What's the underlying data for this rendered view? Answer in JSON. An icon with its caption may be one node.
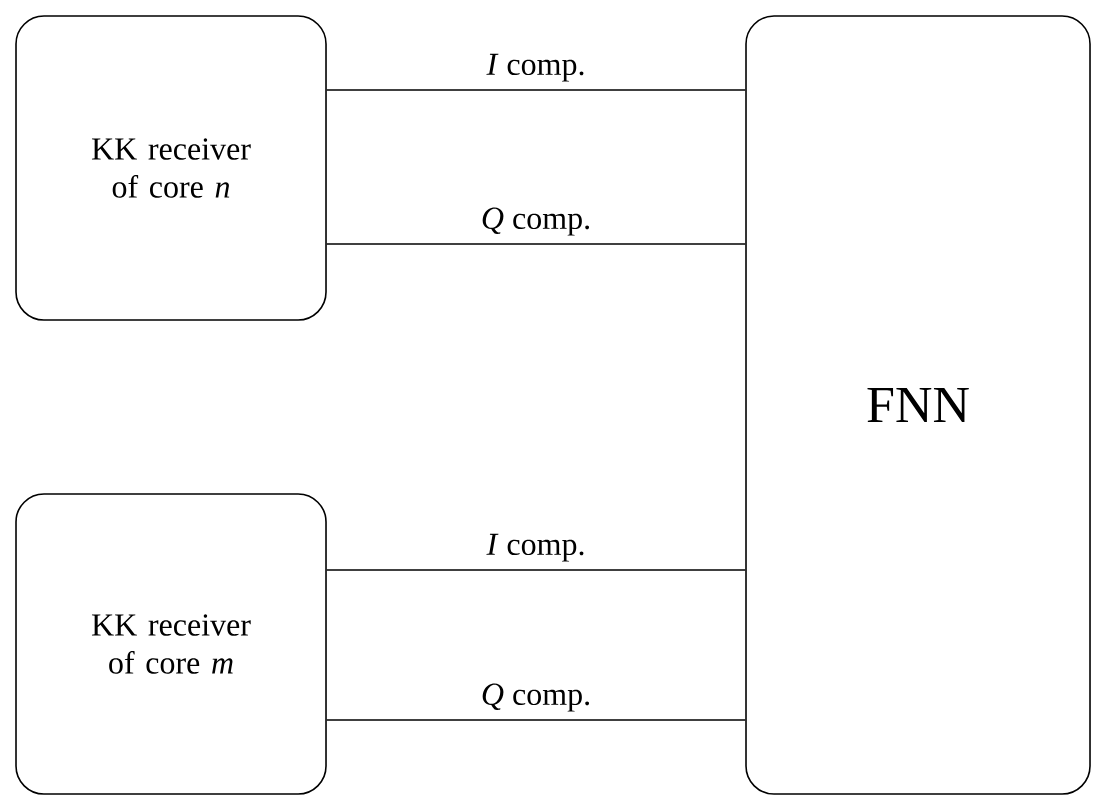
{
  "diagram": {
    "nodes": [
      {
        "text": [
          "KK receiver of core *n*"
        ]
      },
      {
        "text": [
          "FNN"
        ]
      },
      {
        "text": [
          "KK receiver of core *m*"
        ]
      }
    ],
    "edges": [
      {
        "from": 0,
        "to": 1,
        "arrow": "none",
        "label": "*I* comp."
      },
      {
        "from": 0,
        "to": 1,
        "arrow": "none",
        "label": "*Q* comp."
      },
      {
        "from": 2,
        "to": 1,
        "arrow": "none",
        "label": "*I* comp."
      },
      {
        "from": 2,
        "to": 1,
        "arrow": "none",
        "label": "*Q* comp."
      }
    ]
  }
}
